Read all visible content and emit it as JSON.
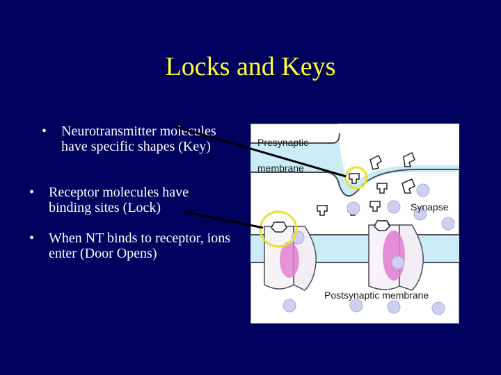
{
  "slide": {
    "title": "Locks and Keys",
    "bullets": [
      {
        "marker": "•",
        "text": "Neurotransmitter molecules have specific shapes (Key)"
      },
      {
        "marker": "•",
        "text": "Receptor molecules have binding sites (Lock)"
      },
      {
        "marker": "•",
        "text": "When NT binds to receptor, ions enter (Door Opens)"
      }
    ]
  },
  "figure": {
    "labels": {
      "presynaptic": "Presynaptic",
      "membrane": "membrane",
      "synapse": "Synapse",
      "postsynaptic": "Postsynaptic membrane"
    }
  },
  "colors": {
    "background": "#00005e",
    "title": "#ffff33",
    "highlight": "#e8e02a",
    "membrane": "#c9ecf7",
    "ion": "#cdd0f0",
    "receptor_core": "#e07ad0"
  }
}
